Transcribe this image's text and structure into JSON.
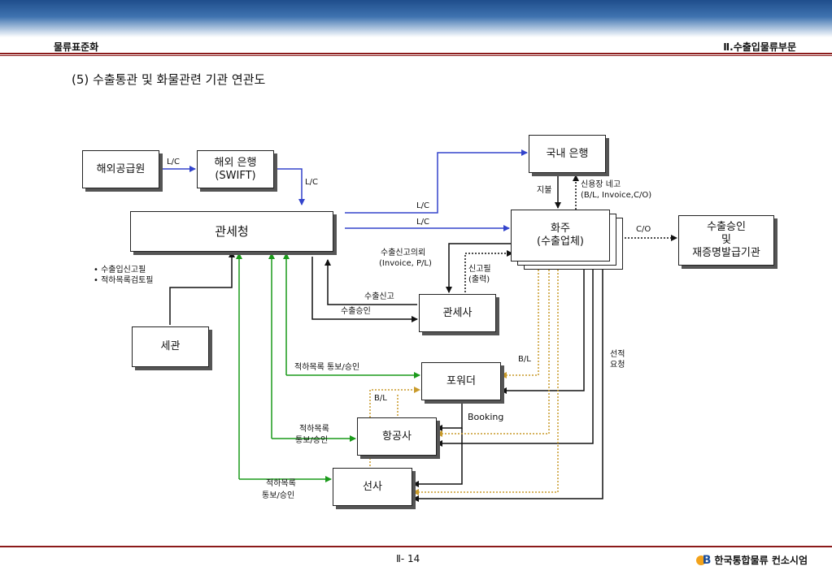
{
  "header": {
    "left": "물류표준화",
    "right": "Ⅱ.수출입물류부문"
  },
  "heading": "(5) 수출통관 및 화물관련 기관 연관도",
  "nodes": {
    "supplier": "해외공급원",
    "foreign_bank_1": "해외 은행",
    "foreign_bank_2": "(SWIFT)",
    "domestic_bank": "국내 은행",
    "customs_service": "관세청",
    "shipper_1": "화주",
    "shipper_2": "(수출업체)",
    "approval_1": "수출승인",
    "approval_2": "및",
    "approval_3": "재증명발급기관",
    "broker": "관세사",
    "customs": "세관",
    "forwarder": "포워더",
    "airline": "항공사",
    "shipping_line": "선사"
  },
  "labels": {
    "lc1": "L/C",
    "lc2": "L/C",
    "lc3": "L/C",
    "lc4": "L/C",
    "payment": "지불",
    "lc_notice_1": "신용장 네고",
    "lc_notice_2": "(B/L, Invoice,C/O)",
    "co": "C/O",
    "decl_request_1": "수출신고의뢰",
    "decl_request_2": "(Invoice, P/L)",
    "decl_cert_1": "신고필",
    "decl_cert_2": "(출력)",
    "customs_notes_1": "• 수출입신고필",
    "customs_notes_2": "• 적하목록검토필",
    "export_decl": "수출신고",
    "export_approval": "수출승인",
    "manifest_fwd": "적하목록 통보/승인",
    "manifest_air_1": "적하목록",
    "manifest_air_2": "통보/승인",
    "manifest_ship_1": "적하목록",
    "manifest_ship_2": "통보/승인",
    "bl_fwd": "B/L",
    "bl_air": "B/L",
    "booking": "Booking",
    "loading_1": "선적",
    "loading_2": "요청"
  },
  "footer": {
    "page": "Ⅱ- 14",
    "brand": "한국통합물류 컨소시엄",
    "logo_letter": "B"
  },
  "colors": {
    "blue": "#3344cc",
    "green": "#1a9a1a",
    "gold": "#c89a2a",
    "black": "#111111",
    "rule": "#8b1a1a",
    "band": "#1f4e8c"
  }
}
